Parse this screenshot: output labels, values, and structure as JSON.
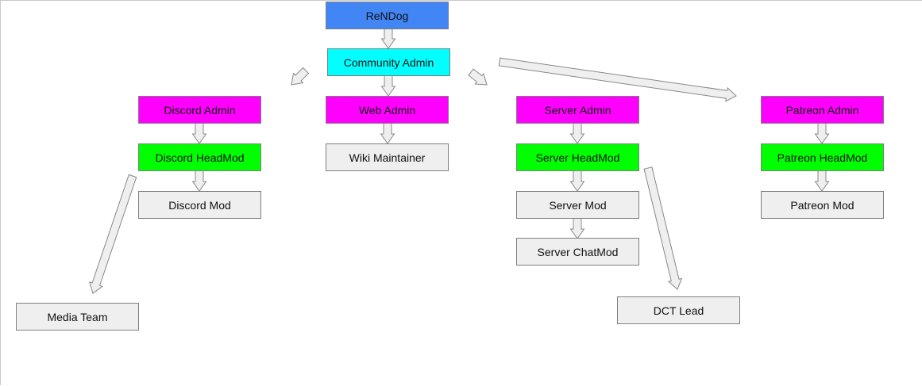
{
  "colors": {
    "root": "#4285f4",
    "community": "#00ffff",
    "admin": "#ff00ff",
    "headmod": "#00ff00",
    "staff": "#efefef",
    "arrow_fill": "#efefef",
    "arrow_stroke": "#888888"
  },
  "nodes": {
    "rendog": {
      "label": "ReNDog",
      "role": "root"
    },
    "community_admin": {
      "label": "Community Admin",
      "role": "community"
    },
    "discord_admin": {
      "label": "Discord Admin",
      "role": "admin"
    },
    "web_admin": {
      "label": "Web Admin",
      "role": "admin"
    },
    "server_admin": {
      "label": "Server Admin",
      "role": "admin"
    },
    "patreon_admin": {
      "label": "Patreon Admin",
      "role": "admin"
    },
    "discord_headmod": {
      "label": "Discord HeadMod",
      "role": "headmod"
    },
    "wiki_maintainer": {
      "label": "Wiki Maintainer",
      "role": "staff"
    },
    "server_headmod": {
      "label": "Server HeadMod",
      "role": "headmod"
    },
    "patreon_headmod": {
      "label": "Patreon HeadMod",
      "role": "headmod"
    },
    "discord_mod": {
      "label": "Discord Mod",
      "role": "staff"
    },
    "server_mod": {
      "label": "Server Mod",
      "role": "staff"
    },
    "patreon_mod": {
      "label": "Patreon Mod",
      "role": "staff"
    },
    "server_chatmod": {
      "label": "Server ChatMod",
      "role": "staff"
    },
    "dct_lead": {
      "label": "DCT Lead",
      "role": "staff"
    },
    "media_team": {
      "label": "Media Team",
      "role": "staff"
    }
  },
  "edges": [
    {
      "from": "rendog",
      "to": "community_admin"
    },
    {
      "from": "community_admin",
      "to": "discord_admin"
    },
    {
      "from": "community_admin",
      "to": "web_admin"
    },
    {
      "from": "community_admin",
      "to": "server_admin"
    },
    {
      "from": "community_admin",
      "to": "patreon_admin"
    },
    {
      "from": "discord_admin",
      "to": "discord_headmod"
    },
    {
      "from": "web_admin",
      "to": "wiki_maintainer"
    },
    {
      "from": "server_admin",
      "to": "server_headmod"
    },
    {
      "from": "patreon_admin",
      "to": "patreon_headmod"
    },
    {
      "from": "discord_headmod",
      "to": "discord_mod"
    },
    {
      "from": "server_headmod",
      "to": "server_mod"
    },
    {
      "from": "patreon_headmod",
      "to": "patreon_mod"
    },
    {
      "from": "server_mod",
      "to": "server_chatmod"
    },
    {
      "from": "discord_headmod",
      "to": "media_team"
    },
    {
      "from": "server_headmod",
      "to": "dct_lead"
    }
  ]
}
